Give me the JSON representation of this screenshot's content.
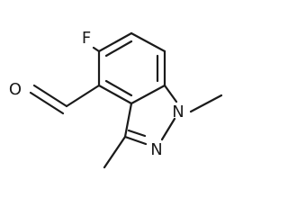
{
  "molecule": {
    "atoms": {
      "fluorine": "F",
      "oxygen": "O",
      "nitrogen_1": "N",
      "nitrogen_2": "N"
    }
  },
  "colors": {
    "bond": "#1a1a1a",
    "background": "#ffffff"
  }
}
